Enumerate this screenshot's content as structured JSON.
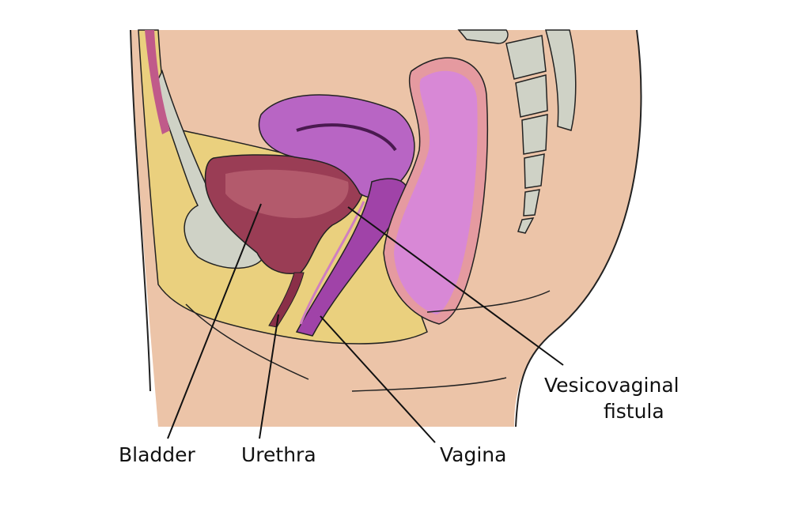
{
  "labels": {
    "bladder": "Bladder",
    "urethra": "Urethra",
    "vagina": "Vagina",
    "fistula_line1": "Vesicovaginal",
    "fistula_line2": "fistula"
  },
  "colors": {
    "skin": "#ecc4a8",
    "fat": "#ead07e",
    "bladder": "#9a3d55",
    "uterus": "#b865c4",
    "rectum": "#d888d6",
    "vagina": "#a043a8",
    "bone": "#cfd2c6",
    "outline": "#222222"
  }
}
